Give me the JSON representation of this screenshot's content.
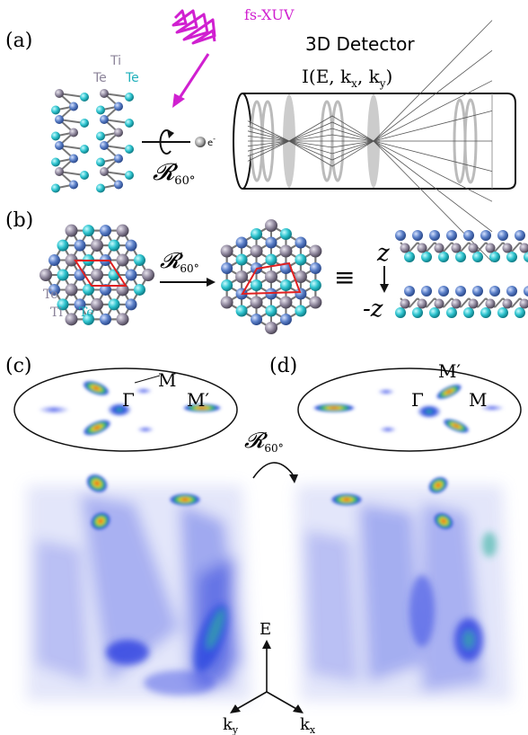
{
  "panels": {
    "a": "(a)",
    "b": "(b)",
    "c": "(c)",
    "d": "(d)"
  },
  "panel_a": {
    "source_label": "fs-XUV",
    "detector_title": "3D Detector",
    "detector_formula": "I(E, k",
    "detector_sub_x": "x",
    "detector_sep": ", k",
    "detector_sub_y": "y",
    "detector_close": ")",
    "electron_label": "e",
    "electron_sup": "-",
    "rotation_op": "𝓡",
    "rotation_sub": "60°",
    "atom_ti": "Ti",
    "atom_te1": "Te",
    "atom_te2": "Te"
  },
  "panel_b": {
    "rotation_op": "𝓡",
    "rotation_sub": "60°",
    "equiv": "≡",
    "z_top": "z",
    "z_bottom": "-z",
    "atom_te1": "Te",
    "atom_ti": "Ti",
    "atom_te2": "Te"
  },
  "panel_c": {
    "label_M": "M",
    "label_Gamma": "Γ",
    "label_Mprime": "M′"
  },
  "panel_d": {
    "label_Mprime": "M′",
    "label_Gamma": "Γ",
    "label_M": "M"
  },
  "rotation_cd": {
    "op": "𝓡",
    "sub": "60°"
  },
  "axes": {
    "E": "E",
    "ky": "k",
    "ky_sub": "y",
    "kx": "k",
    "kx_sub": "x"
  },
  "colors": {
    "xuv": "#d020d0",
    "ti_atom": "#8c849a",
    "te_atom_light": "#2ec4cf",
    "te_atom_blue": "#5a7fc8",
    "cell": "#e02020",
    "intensity_low": "#4a5fe0",
    "intensity_high": "#e02020"
  }
}
